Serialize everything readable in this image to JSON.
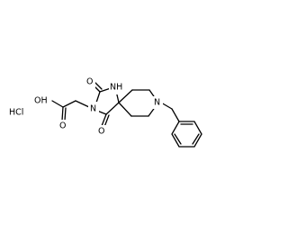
{
  "molecule": {
    "salt": "HCl",
    "atoms": {
      "acid_oh": "OH",
      "acid_o": "O",
      "imide_n": "N",
      "amide_nh": "NH",
      "urea_o": "O",
      "imide_o": "O",
      "pip_n": "N"
    }
  }
}
